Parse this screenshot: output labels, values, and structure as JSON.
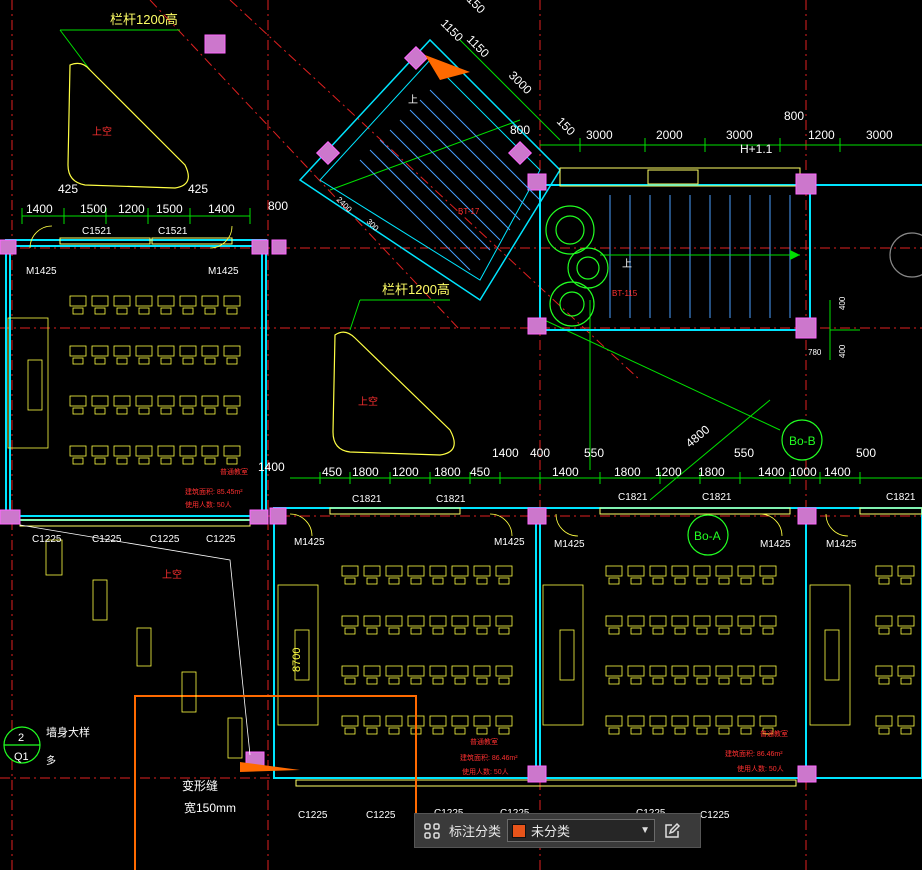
{
  "drawing": {
    "annotations": {
      "railing_top": "栏杆1200高",
      "railing_mid": "栏杆1200高",
      "void_tl": "上空",
      "void_mid": "上空",
      "void_bl": "上空",
      "deform_joint": "变形缝",
      "deform_width": "宽150mm",
      "wall_detail": "墙身大样",
      "detail_num": "2",
      "detail_sheet": "Q1",
      "detail_suffix": "多",
      "elev_mark": "H+1.1",
      "stair_up": "上",
      "stair_up2": "上",
      "stair_tag1": "BT-17",
      "stair_tag2": "BT-115",
      "axis_b": "Bo-B",
      "axis_a": "Bo-A",
      "room1_name": "普通教室",
      "room1_area": "建筑面积: 85.45m²",
      "room1_people": "使用人数: 50人",
      "room2_name": "普通教室",
      "room2_area": "建筑面积: 86.46m²",
      "room2_people": "使用人数: 50人",
      "room3_name": "普通教室",
      "room3_area": "建筑面积: 86.46m²",
      "room3_people": "使用人数: 50人"
    },
    "dims": {
      "top_row": [
        "1400",
        "1500",
        "1200",
        "1500",
        "1400"
      ],
      "d_425a": "425",
      "d_425b": "425",
      "d_800a": "800",
      "right_row": [
        "3000",
        "2000",
        "3000",
        "1200",
        "3000"
      ],
      "d_800b": "800",
      "diag": [
        "1150",
        "1150",
        "3000",
        "150",
        "800",
        "150"
      ],
      "stair": [
        "2400",
        "300"
      ],
      "mid_row": [
        "1400",
        "450",
        "1800",
        "1200",
        "1800",
        "450",
        "1400",
        "400",
        "550",
        "1800",
        "1200",
        "1800",
        "550",
        "1400",
        "1000",
        "1400",
        "500"
      ],
      "d_1400_left": "1400",
      "d_4800": "4800",
      "d_400a": "400",
      "d_780": "780",
      "d_400b": "400",
      "d_8700": "8700"
    },
    "windows": {
      "c1521a": "C1521",
      "c1521b": "C1521",
      "c1821a": "C1821",
      "c1821b": "C1821",
      "c1821c": "C1821",
      "c1821d": "C1821",
      "c1821e": "C1821",
      "c1225": [
        "C1225",
        "C1225",
        "C1225",
        "C1225",
        "C1225",
        "C1225",
        "C1225",
        "C1225",
        "C1225",
        "C1225"
      ]
    },
    "doors": {
      "m1425": [
        "M1425",
        "M1425",
        "M1425",
        "M1425",
        "M1425",
        "M1425",
        "M1425"
      ]
    },
    "colors": {
      "wall": "#00e5ff",
      "annotation": "#ffff00",
      "dimension": "#00ff00",
      "axis": "#ff2020",
      "highlight": "#ff6a00",
      "magenta": "#ff00ff"
    }
  },
  "toolbar": {
    "icon": "grid-icon",
    "label": "标注分类",
    "category_value": "未分类",
    "edit_icon": "edit-icon"
  }
}
